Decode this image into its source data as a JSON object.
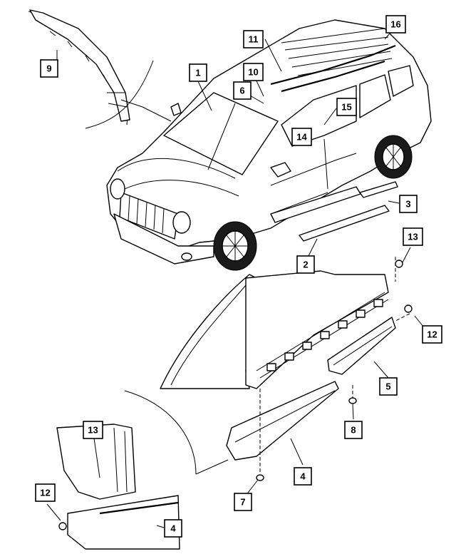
{
  "callouts": {
    "c1": "1",
    "c2": "2",
    "c3": "3",
    "c4a": "4",
    "c4b": "4",
    "c5": "5",
    "c6": "6",
    "c7": "7",
    "c8": "8",
    "c9": "9",
    "c10": "10",
    "c11": "11",
    "c12a": "12",
    "c12b": "12",
    "c13a": "13",
    "c13b": "13",
    "c14": "14",
    "c15": "15",
    "c16": "16"
  }
}
